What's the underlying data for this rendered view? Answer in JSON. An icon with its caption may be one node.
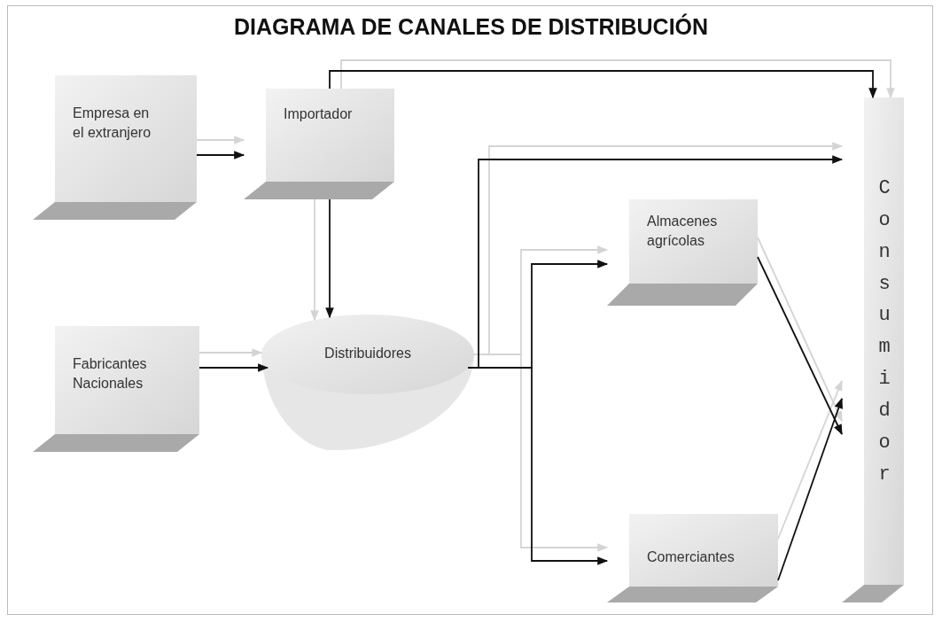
{
  "diagram": {
    "title": "DIAGRAMA DE CANALES DE DISTRIBUCIÓN",
    "nodes": [
      {
        "text": [
          "Empresa en el extranjero"
        ]
      },
      {
        "text": [
          "Importador"
        ]
      },
      {
        "text": [
          "Fabricantes Nacionales"
        ]
      },
      {
        "text": [
          "Distribuidores"
        ]
      },
      {
        "text": [
          "Almacenes agrícolas"
        ]
      },
      {
        "text": [
          "Comerciantes"
        ]
      },
      {
        "text": [
          "Consumidor"
        ]
      }
    ],
    "edges": [
      {
        "from": 0,
        "to": 1,
        "arrow": "to"
      },
      {
        "from": 1,
        "to": 6,
        "arrow": "to"
      },
      {
        "from": 1,
        "to": 3,
        "arrow": "to"
      },
      {
        "from": 2,
        "to": 3,
        "arrow": "to"
      },
      {
        "from": 3,
        "to": 6,
        "arrow": "to"
      },
      {
        "from": 3,
        "to": 4,
        "arrow": "to"
      },
      {
        "from": 3,
        "to": 5,
        "arrow": "to"
      },
      {
        "from": 4,
        "to": 6,
        "arrow": "to"
      },
      {
        "from": 5,
        "to": 6,
        "arrow": "to"
      },
      {
        "from": 0,
        "to": 1,
        "arrow": "to",
        "color": "#d4d4d4"
      },
      {
        "from": 1,
        "to": 6,
        "arrow": "to",
        "color": "#d4d4d4"
      },
      {
        "from": 1,
        "to": 3,
        "arrow": "to",
        "color": "#d4d4d4"
      },
      {
        "from": 2,
        "to": 3,
        "arrow": "to",
        "color": "#d4d4d4"
      },
      {
        "from": 3,
        "to": 6,
        "arrow": "to",
        "color": "#d4d4d4"
      },
      {
        "from": 3,
        "to": 4,
        "arrow": "to",
        "color": "#d4d4d4"
      },
      {
        "from": 3,
        "to": 5,
        "arrow": "to",
        "color": "#d4d4d4"
      },
      {
        "from": 4,
        "to": 6,
        "arrow": "to",
        "color": "#d4d4d4"
      },
      {
        "from": 5,
        "to": 6,
        "arrow": "to",
        "color": "#d4d4d4"
      }
    ]
  }
}
